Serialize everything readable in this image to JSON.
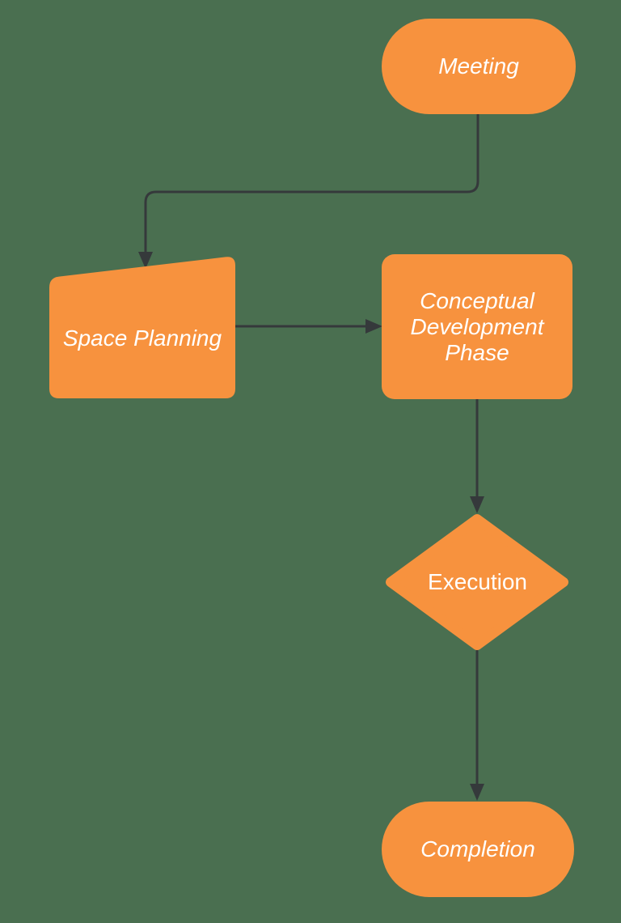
{
  "diagram": {
    "type": "flowchart",
    "nodes": [
      {
        "id": "meeting",
        "label": "Meeting",
        "shape": "terminator",
        "text_style": "italic"
      },
      {
        "id": "space-planning",
        "label": "Space Planning",
        "shape": "manual-input",
        "text_style": "italic"
      },
      {
        "id": "conceptual-development-phase",
        "label": "Conceptual Development Phase",
        "shape": "rounded-process",
        "text_style": "italic"
      },
      {
        "id": "execution",
        "label": "Execution",
        "shape": "decision",
        "text_style": "normal"
      },
      {
        "id": "completion",
        "label": "Completion",
        "shape": "terminator",
        "text_style": "italic"
      }
    ],
    "edges": [
      {
        "from": "meeting",
        "to": "space-planning",
        "style": "elbow"
      },
      {
        "from": "space-planning",
        "to": "conceptual-development-phase",
        "style": "straight"
      },
      {
        "from": "conceptual-development-phase",
        "to": "execution",
        "style": "straight"
      },
      {
        "from": "execution",
        "to": "completion",
        "style": "straight"
      }
    ]
  },
  "colors": {
    "background": "#4A6F50",
    "node_fill": "#F7923E",
    "node_text": "#FFFFFF",
    "connector": "#35393B"
  }
}
